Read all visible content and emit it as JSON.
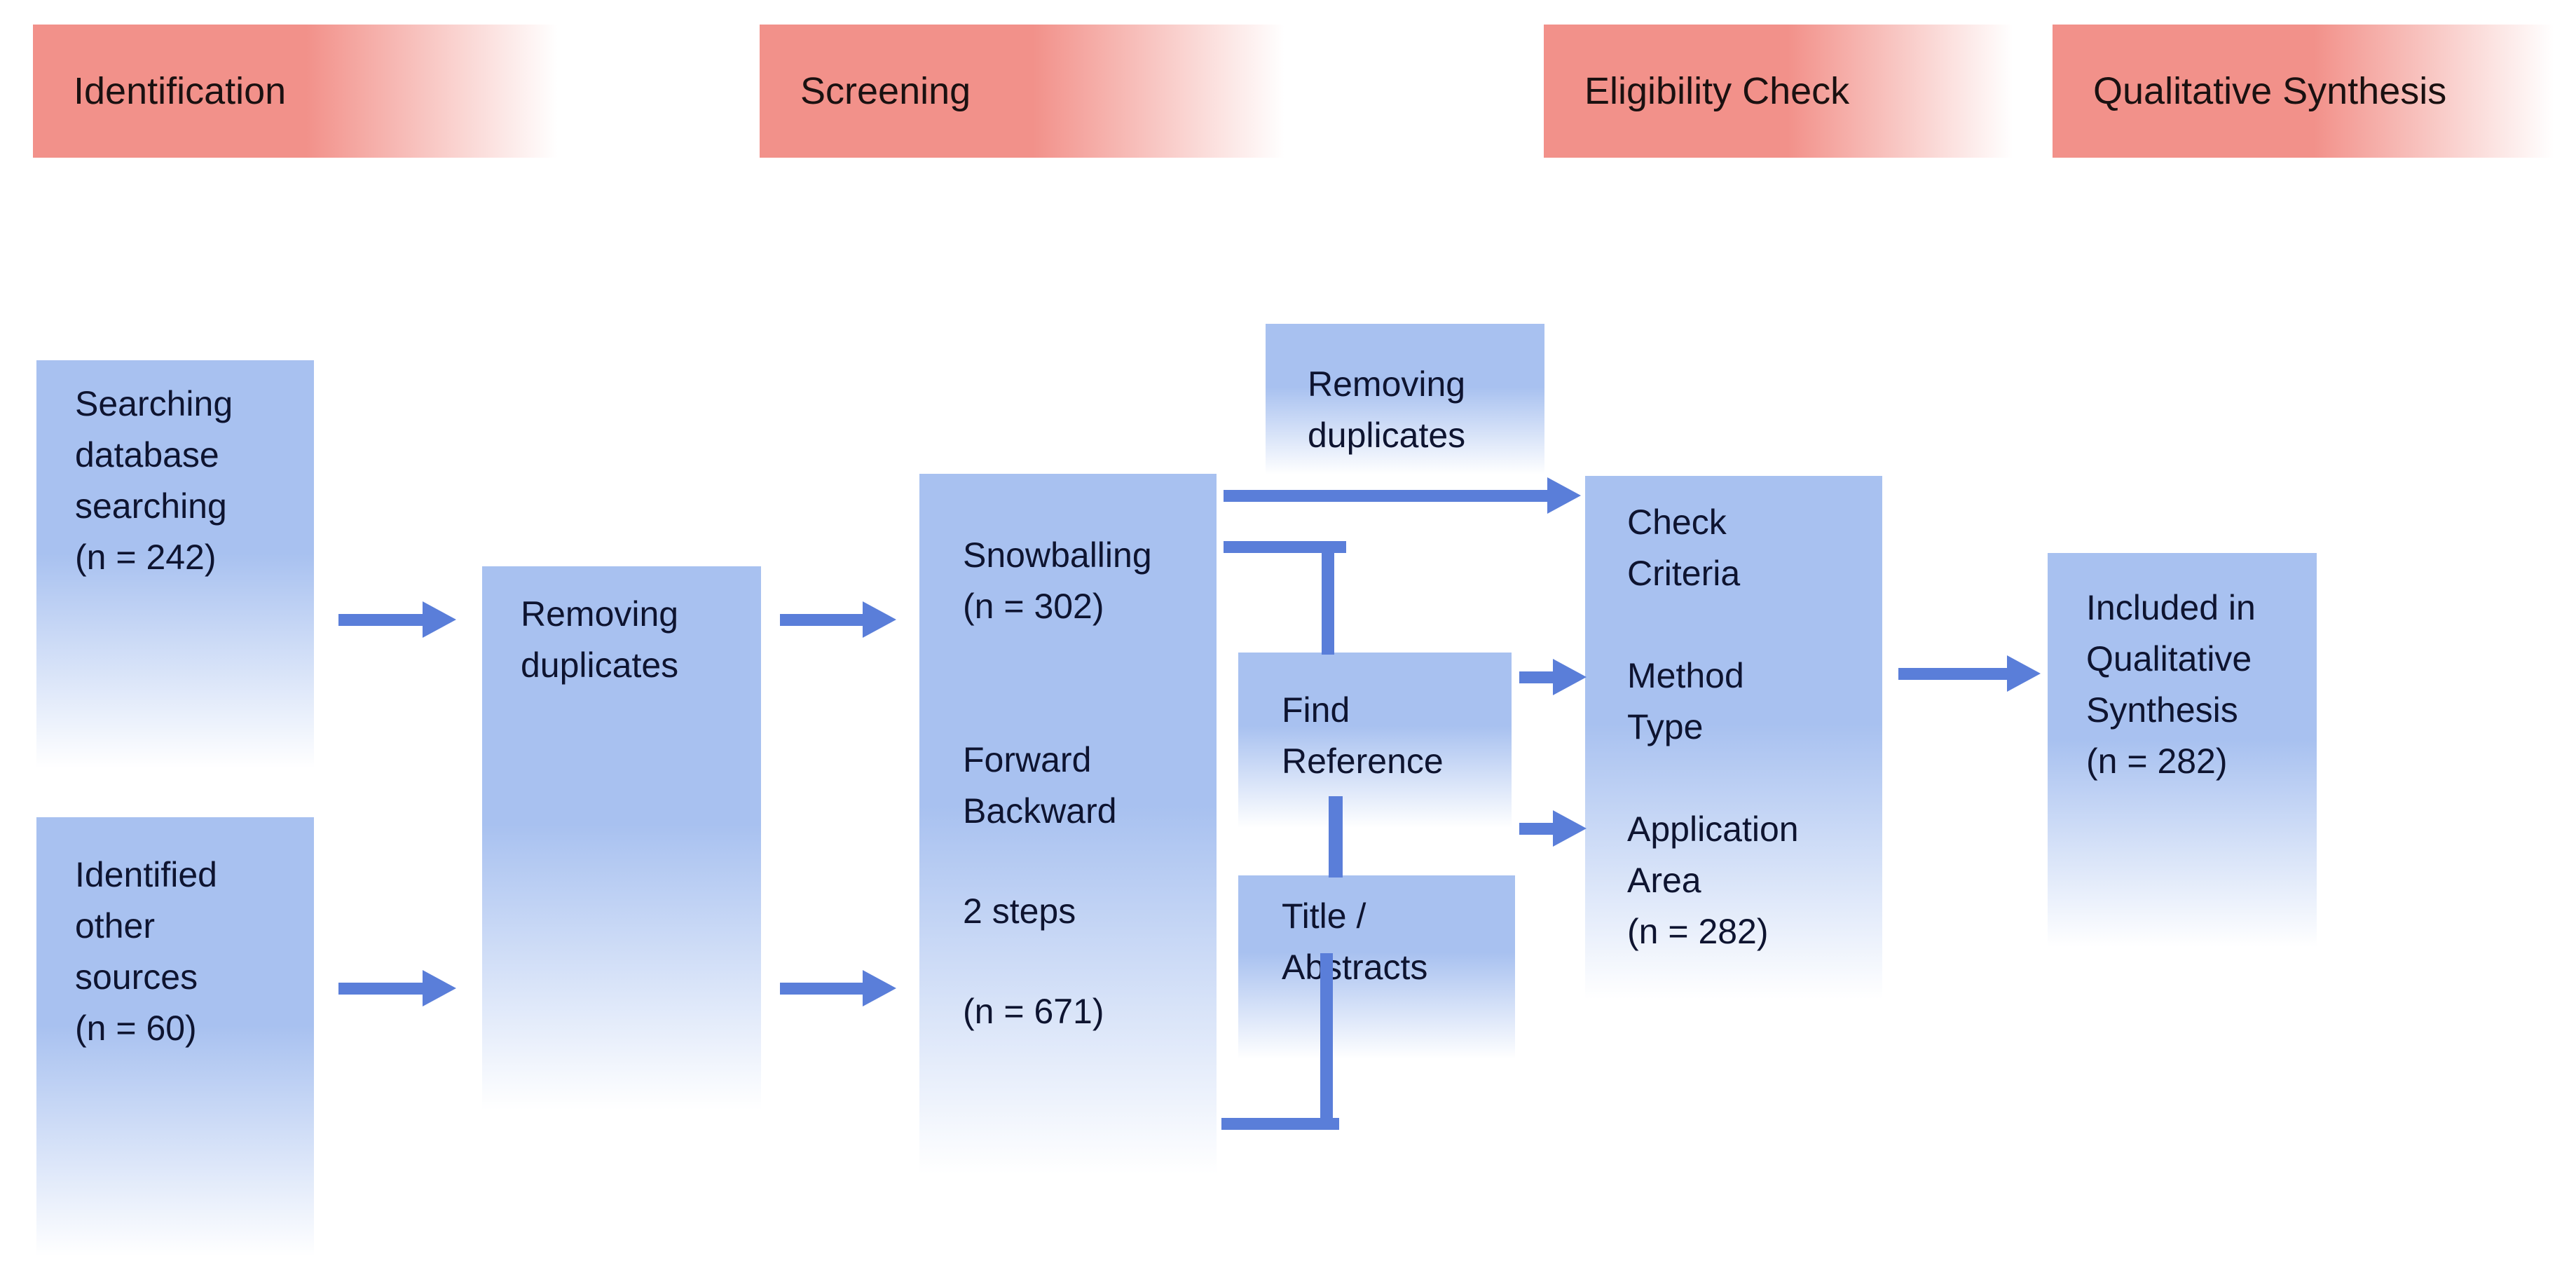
{
  "diagram": {
    "stages": [
      {
        "label": "Identification"
      },
      {
        "label": "Screening"
      },
      {
        "label": "Eligibility Check"
      },
      {
        "label": "Qualitative Synthesis"
      }
    ],
    "boxes": {
      "searching": {
        "lines": [
          "Searching",
          "database",
          "searching",
          "(n = 242)"
        ]
      },
      "identified": {
        "lines": [
          "Identified",
          "other",
          "sources",
          "(n = 60)"
        ]
      },
      "removing_left": {
        "lines": [
          "Removing",
          "duplicates"
        ]
      },
      "snowballing": {
        "lines": [
          "Snowballing",
          "(n = 302)",
          "Forward",
          "Backward",
          "2 steps",
          "(n = 671)"
        ]
      },
      "removing_top": {
        "lines": [
          "Removing",
          "duplicates"
        ]
      },
      "find_reference": {
        "lines": [
          "Find",
          "Reference"
        ]
      },
      "title_abstracts": {
        "lines": [
          "Title /",
          "Abstracts"
        ]
      },
      "check_criteria": {
        "lines": [
          "Check",
          "Criteria",
          "Method",
          "Type",
          "Application",
          "Area",
          "(n = 282)"
        ]
      },
      "included": {
        "lines": [
          "Included in",
          "Qualitative",
          "Synthesis",
          "(n = 282)"
        ]
      }
    },
    "colors": {
      "stage_fill": "#F2918A",
      "box_fill": "#A8C1F0",
      "arrow": "#5A7ED9",
      "box_text": "#0E1430",
      "stage_text": "#1A1111",
      "background": "#FFFFFF"
    }
  }
}
